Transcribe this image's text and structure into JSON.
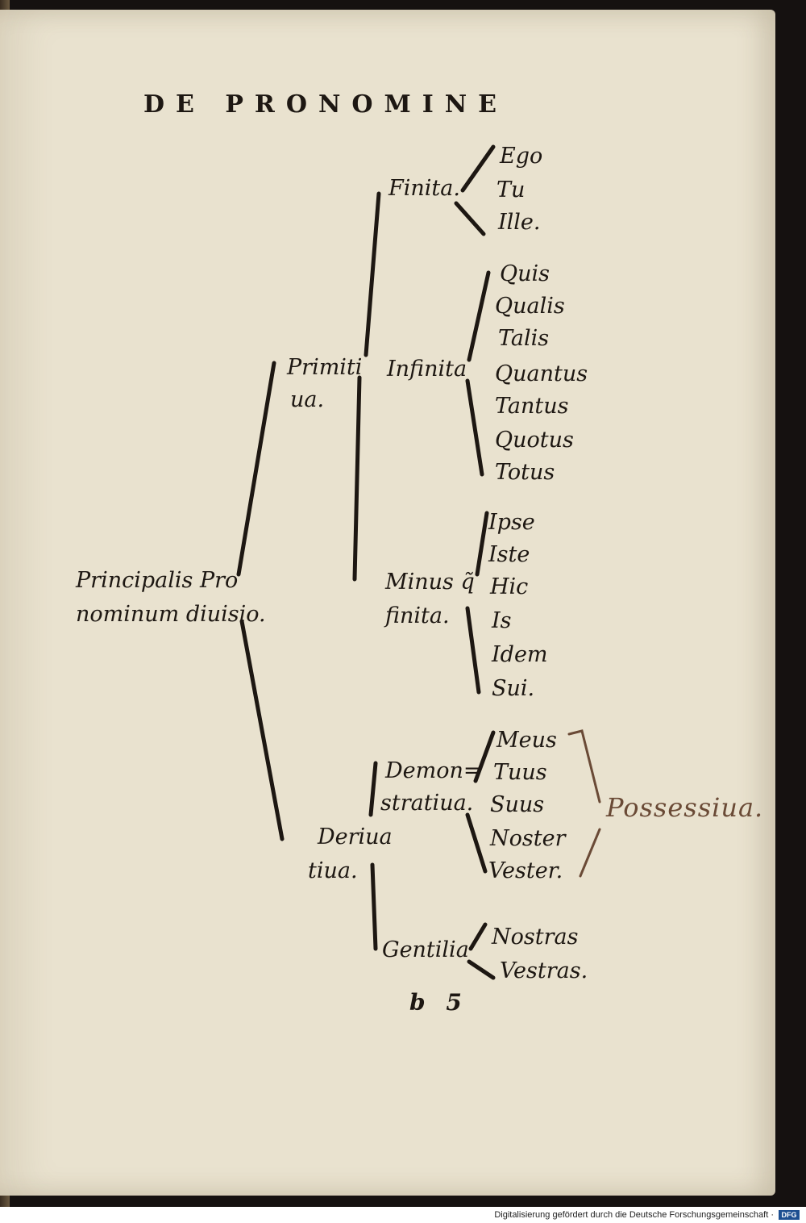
{
  "page": {
    "header": "DE PRONOMINE",
    "signature": "b 5",
    "annotation": "Possessiua."
  },
  "tree": {
    "root": [
      "Principalis Pro",
      "nominum diuisio."
    ],
    "primitiua": [
      "Primiti",
      "ua."
    ],
    "finita": {
      "label": "Finita.",
      "items": [
        "Ego",
        "Tu",
        "Ille."
      ]
    },
    "infinita": {
      "label": "Infinita",
      "items": [
        "Quis",
        "Qualis",
        "Talis",
        "Quantus",
        "Tantus",
        "Quotus",
        "Totus"
      ]
    },
    "minus_finita": {
      "label": [
        "Minus q̃",
        "finita."
      ],
      "items": [
        "Ipse",
        "Iste",
        "Hic",
        "Is",
        "Idem",
        "Sui."
      ]
    },
    "deriuatiua": [
      "Deriua",
      "tiua."
    ],
    "demonstratiua": {
      "label": [
        "Demon=",
        "stratiua."
      ],
      "items": [
        "Meus",
        "Tuus",
        "Suus",
        "Noster",
        "Vester."
      ]
    },
    "gentilia": {
      "label": "Gentilia",
      "items": [
        "Nostras",
        "Vestras."
      ]
    }
  },
  "footer": {
    "text": "Digitalisierung gefördert durch die Deutsche Forschungsgemeinschaft ·",
    "logo": "DFG"
  },
  "colors": {
    "paper": "#e9e2cf",
    "ink": "#1d1712",
    "manuscript_ink": "#6a4a36",
    "border": "#151110"
  }
}
